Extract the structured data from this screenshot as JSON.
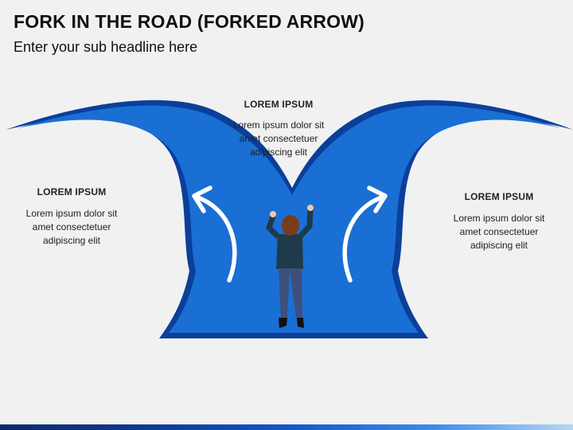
{
  "title": "FORK IN THE ROAD (FORKED ARROW)",
  "subtitle": "Enter your sub headline here",
  "blocks": {
    "top": {
      "heading": "LOREM IPSUM",
      "lines": [
        "Lorem ipsum dolor sit",
        "amet consectetuer",
        "adipiscing elit"
      ]
    },
    "left": {
      "heading": "LOREM IPSUM",
      "lines": [
        "Lorem ipsum dolor sit",
        "amet consectetuer",
        "adipiscing elit"
      ]
    },
    "right": {
      "heading": "LOREM IPSUM",
      "lines": [
        "Lorem ipsum dolor sit",
        "amet consectetuer",
        "adipiscing elit"
      ]
    }
  },
  "colors": {
    "road_fill": "#1a6fd4",
    "road_outline": "#0b3f9a",
    "arrow": "#ffffff",
    "person_jacket": "#1f3a4a",
    "person_pants": "#3d4f7a",
    "person_hair": "#7a3b1a",
    "person_skin": "#f3c7a5"
  },
  "icons": [
    "curved-arrow-left-icon",
    "curved-arrow-right-icon",
    "person-figure-icon"
  ]
}
